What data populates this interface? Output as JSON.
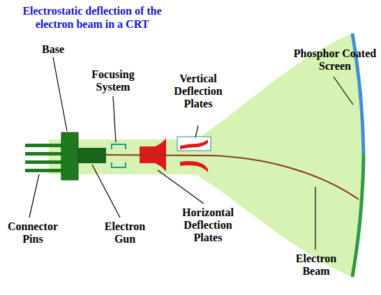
{
  "diagram": {
    "title": "Electrostatic deflection of the electron beam in a CRT",
    "labels": [
      "Base",
      "Focusing System",
      "Vertical Deflection Plates",
      "Phosphor Coated Screen",
      "Connector Pins",
      "Electron Gun",
      "Horizontal Deflection Plates",
      "Electron Beam"
    ]
  }
}
